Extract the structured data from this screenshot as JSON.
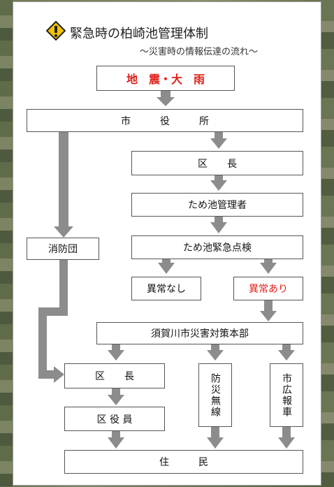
{
  "header": {
    "title": "緊急時の柏崎池管理体制",
    "subtitle": "～災害時の情報伝達の流れ～"
  },
  "nodes": {
    "trigger": "地　震・大　雨",
    "city_office": "市　　　役　　　所",
    "ward_head_top": "区　　長",
    "pond_manager": "ため池管理者",
    "emergency_inspection": "ため池緊急点検",
    "no_anomaly": "異常なし",
    "anomaly": "異常あり",
    "fire_brigade": "消防団",
    "disaster_hq": "須賀川市災害対策本部",
    "ward_head_bottom": "区　　長",
    "ward_officers": "区 役 員",
    "disaster_radio": "防災無線",
    "city_pr_vehicle": "市広報車",
    "residents": "住　　　民"
  },
  "colors": {
    "arrow": "#8c8c8c",
    "highlight": "#e0201a",
    "warning_fill": "#f5c400"
  }
}
